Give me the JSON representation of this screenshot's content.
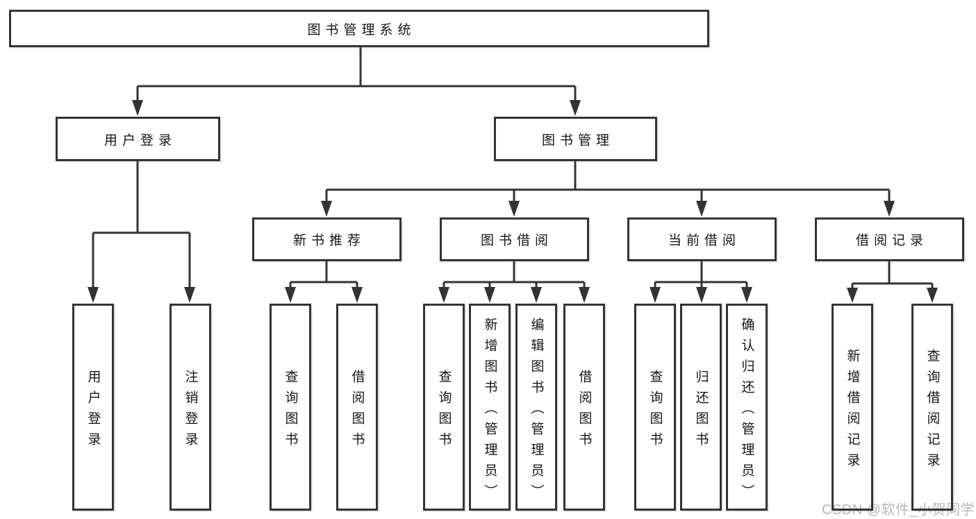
{
  "tree": {
    "label": "图书管理系统",
    "children": [
      {
        "label": "用户登录",
        "children": [
          {
            "label": "用户登录"
          },
          {
            "label": "注销登录"
          }
        ]
      },
      {
        "label": "图书管理",
        "children": [
          {
            "label": "新书推荐",
            "children": [
              {
                "label": "查询图书"
              },
              {
                "label": "借阅图书"
              }
            ]
          },
          {
            "label": "图书借阅",
            "children": [
              {
                "label": "查询图书"
              },
              {
                "label": "新增图书（管理员）"
              },
              {
                "label": "编辑图书（管理员）"
              },
              {
                "label": "借阅图书"
              }
            ]
          },
          {
            "label": "当前借阅",
            "children": [
              {
                "label": "查询图书"
              },
              {
                "label": "归还图书"
              },
              {
                "label": "确认归还（管理员）"
              }
            ]
          },
          {
            "label": "借阅记录",
            "children": [
              {
                "label": "新增借阅记录"
              },
              {
                "label": "查询借阅记录"
              }
            ]
          }
        ]
      }
    ]
  },
  "watermark": {
    "text": "CSDN @软件_小贺同学"
  },
  "colors": {
    "line": "#333333",
    "box_border": "#333333",
    "box_fill": "#ffffff",
    "text": "#151515",
    "watermark": "#b8b8b8"
  }
}
